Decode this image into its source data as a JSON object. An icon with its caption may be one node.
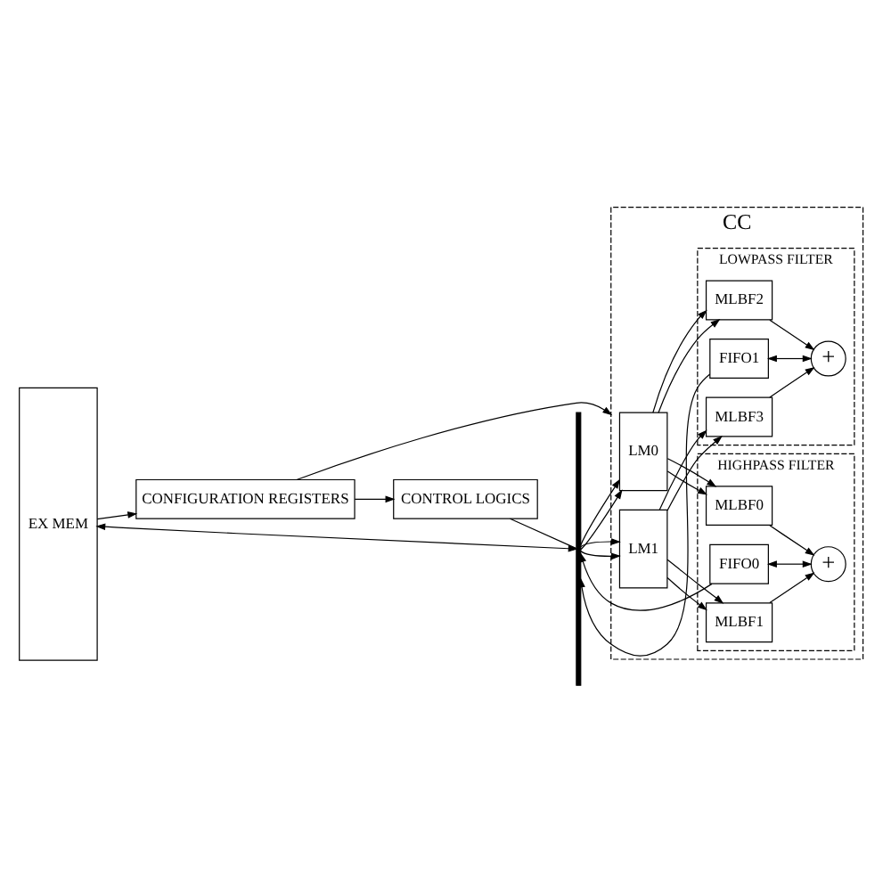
{
  "diagram": {
    "nodes": [
      {
        "text": [
          "EX MEM"
        ]
      },
      {
        "text": [
          "CONFIGURATION REGISTERS"
        ]
      },
      {
        "text": [
          "CONTROL LOGICS"
        ]
      },
      {
        "text": [],
        "shape": "bar"
      },
      {
        "text": [
          "CC"
        ]
      },
      {
        "text": [
          "LM0"
        ],
        "in": 4
      },
      {
        "text": [
          "LM1"
        ],
        "in": 4
      },
      {
        "text": [
          "HIGHPASS FILTER"
        ],
        "in": 4
      },
      {
        "text": [
          "MLBF0"
        ],
        "in": 7
      },
      {
        "text": [
          "FIFO0"
        ],
        "in": 7
      },
      {
        "text": [
          "+"
        ],
        "in": 7
      },
      {
        "text": [
          "MLBF1"
        ],
        "in": 7
      },
      {
        "text": [
          "LOWPASS FILTER"
        ],
        "in": 4
      },
      {
        "text": [
          "MLBF2"
        ],
        "in": 12
      },
      {
        "text": [
          "FIFO1"
        ],
        "in": 12
      },
      {
        "text": [
          "+"
        ],
        "in": 12
      },
      {
        "text": [
          "MLBF3"
        ],
        "in": 12
      }
    ],
    "edges": [
      {
        "from": 0,
        "to": 1,
        "arrow": "to"
      },
      {
        "from": 1,
        "to": 2,
        "arrow": "to"
      },
      {
        "from": 1,
        "to": 4,
        "arrow": "to"
      },
      {
        "from": 2,
        "to": 3,
        "arrow": "none"
      },
      {
        "from": 0,
        "to": 3,
        "arrow": "both"
      },
      {
        "from": 3,
        "to": 5,
        "arrow": "to"
      },
      {
        "from": 3,
        "to": 5,
        "arrow": "to"
      },
      {
        "from": 3,
        "to": 6,
        "arrow": "to"
      },
      {
        "from": 3,
        "to": 6,
        "arrow": "to"
      },
      {
        "from": 5,
        "to": 8,
        "arrow": "to"
      },
      {
        "from": 5,
        "to": 8,
        "arrow": "to"
      },
      {
        "from": 5,
        "to": 13,
        "arrow": "to"
      },
      {
        "from": 5,
        "to": 13,
        "arrow": "to"
      },
      {
        "from": 6,
        "to": 11,
        "arrow": "to"
      },
      {
        "from": 6,
        "to": 11,
        "arrow": "to"
      },
      {
        "from": 6,
        "to": 16,
        "arrow": "to"
      },
      {
        "from": 6,
        "to": 16,
        "arrow": "to"
      },
      {
        "from": 8,
        "to": 10,
        "arrow": "to"
      },
      {
        "from": 11,
        "to": 10,
        "arrow": "to"
      },
      {
        "from": 9,
        "to": 10,
        "arrow": "both"
      },
      {
        "from": 9,
        "to": 3,
        "arrow": "to"
      },
      {
        "from": 13,
        "to": 15,
        "arrow": "to"
      },
      {
        "from": 16,
        "to": 15,
        "arrow": "to"
      },
      {
        "from": 14,
        "to": 15,
        "arrow": "both"
      },
      {
        "from": 14,
        "to": 3,
        "arrow": "to"
      }
    ]
  }
}
